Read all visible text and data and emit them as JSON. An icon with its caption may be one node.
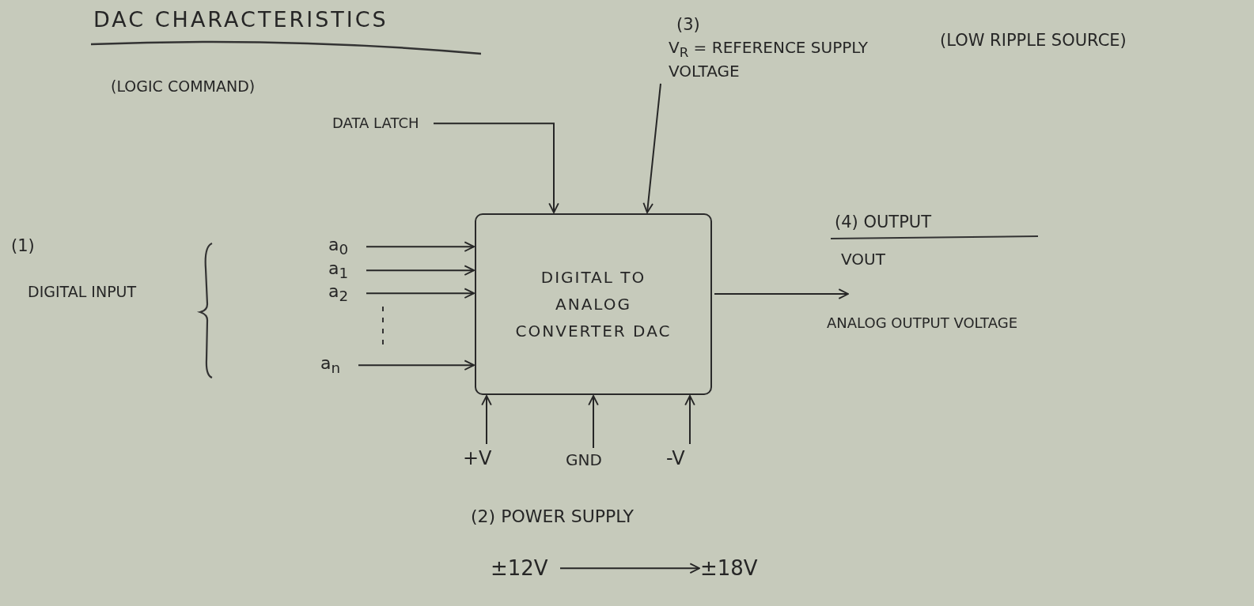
{
  "diagram": {
    "title": "DAC CHARACTERISTICS",
    "nodes": [
      {
        "text": [
          "DIGITAL TO ANALOG CONVERTER DAC"
        ]
      },
      {
        "text": [
          "DATA LATCH"
        ]
      },
      {
        "text": [
          "V$_{R}$ = REFERENCE SUPPLY VOLTAGE"
        ]
      },
      {
        "text": [
          "a$_{0}$"
        ]
      },
      {
        "text": [
          "a$_{1}$"
        ]
      },
      {
        "text": [
          "a$_{2}$"
        ]
      },
      {
        "text": [
          "a$_{n}$"
        ]
      },
      {
        "text": [
          "+V"
        ]
      },
      {
        "text": [
          "GND"
        ]
      },
      {
        "text": [
          "-V"
        ]
      },
      {
        "text": [
          "±12V"
        ]
      },
      {
        "text": [
          "±18V"
        ]
      }
    ],
    "edges": [
      {
        "from": 1,
        "to": 0,
        "arrow": "to"
      },
      {
        "from": 2,
        "to": 0,
        "arrow": "to"
      },
      {
        "from": 3,
        "to": 0,
        "arrow": "to"
      },
      {
        "from": 4,
        "to": 0,
        "arrow": "to"
      },
      {
        "from": 5,
        "to": 0,
        "arrow": "to"
      },
      {
        "from": 6,
        "to": 0,
        "arrow": "to"
      },
      {
        "from": 7,
        "to": 0,
        "arrow": "to"
      },
      {
        "from": 8,
        "to": 0,
        "arrow": "to"
      },
      {
        "from": 9,
        "to": 0,
        "arrow": "to"
      },
      {
        "from": 0,
        "to": null,
        "arrow": "to"
      },
      {
        "from": 10,
        "to": 11,
        "arrow": "to"
      }
    ],
    "labels": [
      "(LOGIC COMMAND)",
      "(3)",
      "(LOW RIPPLE SOURCE)",
      "(1)",
      "DIGITAL INPUT",
      "(4) OUTPUT",
      "VOUT",
      "ANALOG OUTPUT VOLTAGE",
      "(2) POWER SUPPLY"
    ]
  }
}
